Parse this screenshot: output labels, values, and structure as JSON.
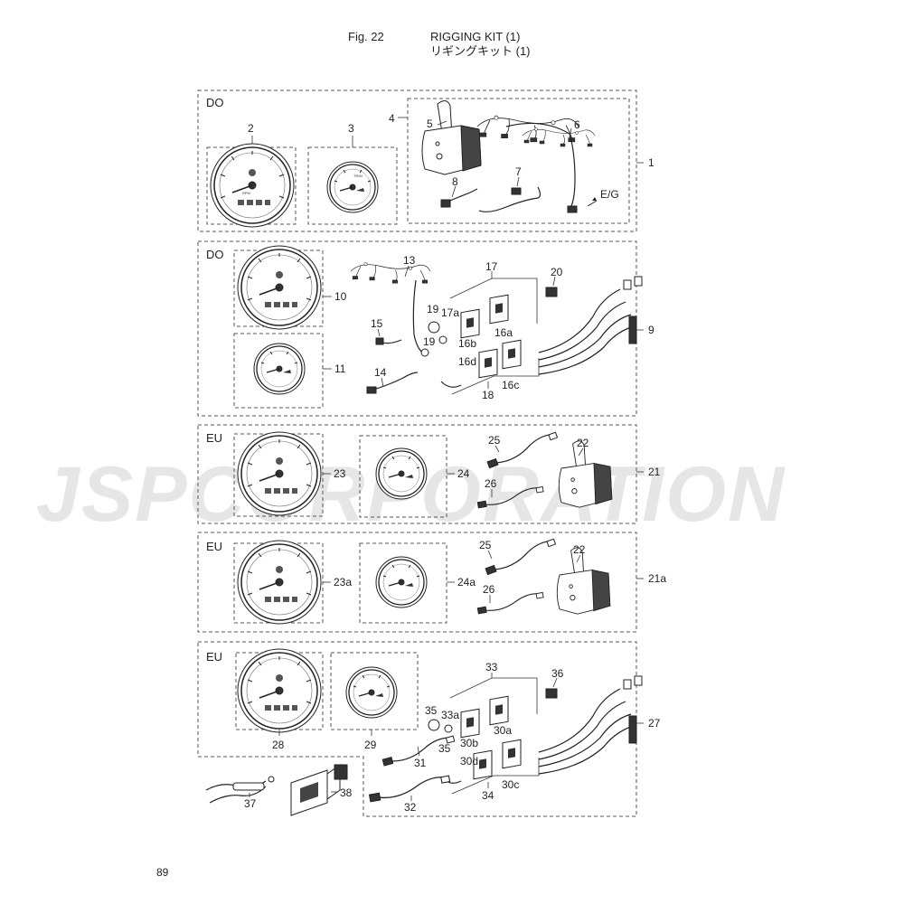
{
  "header": {
    "fig_number": "Fig. 22",
    "title_en": "RIGGING KIT (1)",
    "title_ja": "リギングキット (1)"
  },
  "page_number": "89",
  "watermark": "JSPCORPORATION",
  "sections": {
    "s1": {
      "region": "DO",
      "main": "1"
    },
    "s2": {
      "region": "DO",
      "main": "9"
    },
    "s3": {
      "region": "EU",
      "main": "21"
    },
    "s4": {
      "region": "EU",
      "main": "21a"
    },
    "s5": {
      "region": "EU",
      "main": "27"
    }
  },
  "labels": {
    "p2": "2",
    "p3": "3",
    "p4": "4",
    "p5": "5",
    "p6": "6",
    "p7": "7",
    "p8": "8",
    "eg": "E/G",
    "p10": "10",
    "p11": "11",
    "p13": "13",
    "p14": "14",
    "p15": "15",
    "p16a": "16a",
    "p16b": "16b",
    "p16c": "16c",
    "p16d": "16d",
    "p17": "17",
    "p17a": "17a",
    "p18": "18",
    "p19a": "19",
    "p19b": "19",
    "p20": "20",
    "p22a": "22",
    "p22b": "22",
    "p23": "23",
    "p23a": "23a",
    "p24": "24",
    "p24a": "24a",
    "p25a": "25",
    "p25b": "25",
    "p26a": "26",
    "p26b": "26",
    "p28": "28",
    "p29": "29",
    "p30a": "30a",
    "p30b": "30b",
    "p30c": "30c",
    "p30d": "30d",
    "p31": "31",
    "p32": "32",
    "p33": "33",
    "p33a": "33a",
    "p34": "34",
    "p35a": "35",
    "p35b": "35",
    "p36": "36",
    "p37": "37",
    "p38": "38"
  },
  "gauge_text": {
    "rpm": "RPM",
    "trim": "TRIM"
  }
}
